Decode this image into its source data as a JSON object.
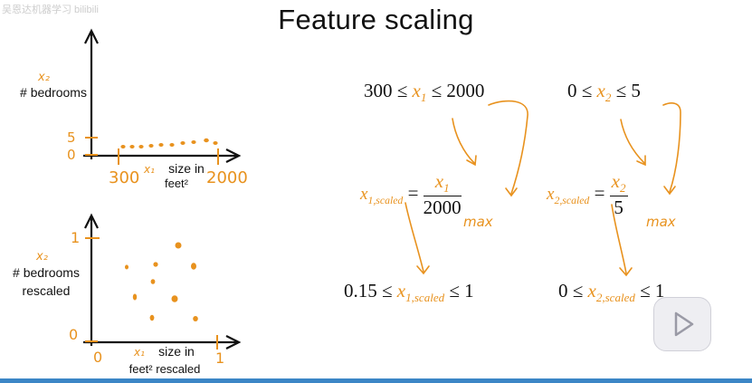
{
  "watermark": "吴恩达机器学习 bilibili",
  "title": "Feature scaling",
  "top_plot": {
    "ylabel_var": "x₂",
    "ylabel": "# bedrooms",
    "ytick_5": "5",
    "ytick_0": "0",
    "xtick_300": "300",
    "xtick_2000": "2000",
    "xlabel_var": "x₁",
    "xlabel_line1": "size in",
    "xlabel_line2": "feet²"
  },
  "bottom_plot": {
    "ylabel_var": "x₂",
    "ylabel_line1": "# bedrooms",
    "ylabel_line2": "rescaled",
    "ytick_1": "1",
    "ytick_0": "0",
    "xtick_0": "0",
    "xtick_1": "1",
    "xlabel_var": "x₁",
    "xlabel_line1": "size in",
    "xlabel_line2": "feet² rescaled"
  },
  "math": {
    "range1_low": "300",
    "range1_var": "x",
    "range1_sub": "1",
    "range1_high": "2000",
    "range2_low": "0",
    "range2_var": "x",
    "range2_sub": "2",
    "range2_high": "5",
    "scaled1_var": "x",
    "scaled1_sub": "1,scaled",
    "frac1_num_var": "x",
    "frac1_num_sub": "1",
    "frac1_den": "2000",
    "max1": "max",
    "scaled2_var": "x",
    "scaled2_sub": "2,scaled",
    "frac2_num_var": "x",
    "frac2_num_sub": "2",
    "frac2_den": "5",
    "max2": "max",
    "result1_low": "0.15",
    "result1_var": "x",
    "result1_sub": "1,scaled",
    "result1_high": "1",
    "result2_low": "0",
    "result2_var": "x",
    "result2_sub": "2,scaled",
    "result2_high": "1",
    "leq": "≤",
    "eq": "="
  },
  "colors": {
    "accent": "#e8921e",
    "ink": "#111111",
    "bar": "#3b86c6"
  },
  "icons": {
    "play": "play-icon"
  }
}
